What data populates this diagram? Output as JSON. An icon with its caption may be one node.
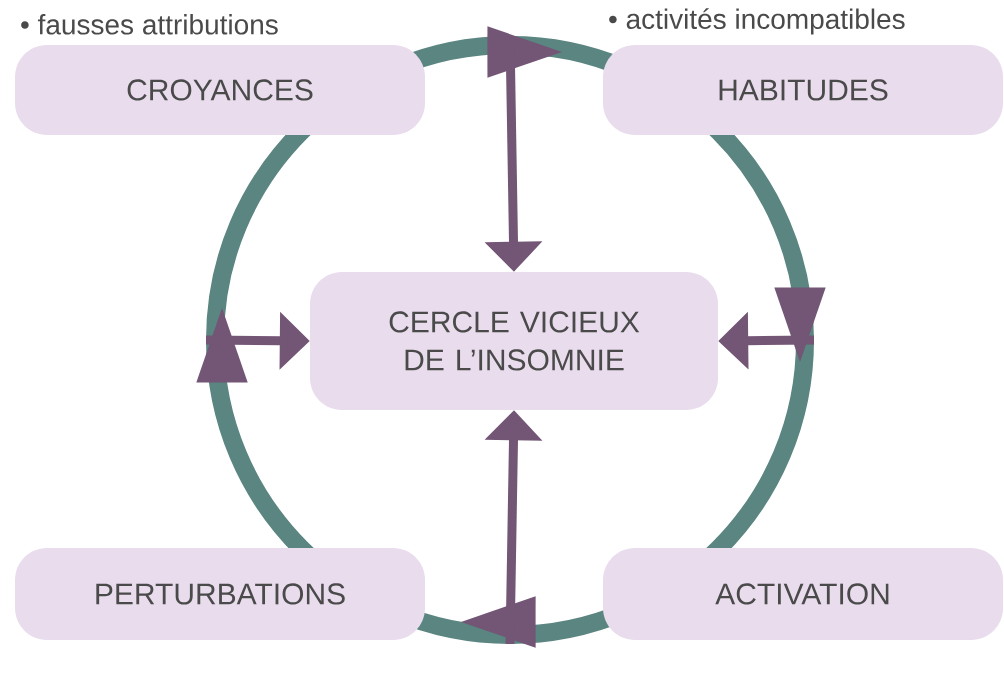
{
  "diagram": {
    "nodes": [
      {
        "text": [
          "CROYANCES"
        ],
        "beside": [
          "• fausses attributions"
        ]
      },
      {
        "text": [
          "HABITUDES"
        ],
        "beside": [
          "• activités incompatibles"
        ]
      },
      {
        "text": [],
        "shape": "circle"
      },
      {
        "text": [
          "CERCLE VICIEUX DE L’INSOMNIE"
        ],
        "in": 2
      },
      {
        "text": [
          "PERTURBATIONS"
        ]
      },
      {
        "text": [
          "ACTIVATION"
        ]
      }
    ],
    "edges": [
      {
        "from": 2,
        "to": 3,
        "arrow": "to"
      },
      {
        "from": 2,
        "to": 3,
        "arrow": "to"
      },
      {
        "from": 2,
        "to": 3,
        "arrow": "to"
      },
      {
        "from": 2,
        "to": 3,
        "arrow": "to"
      }
    ]
  }
}
